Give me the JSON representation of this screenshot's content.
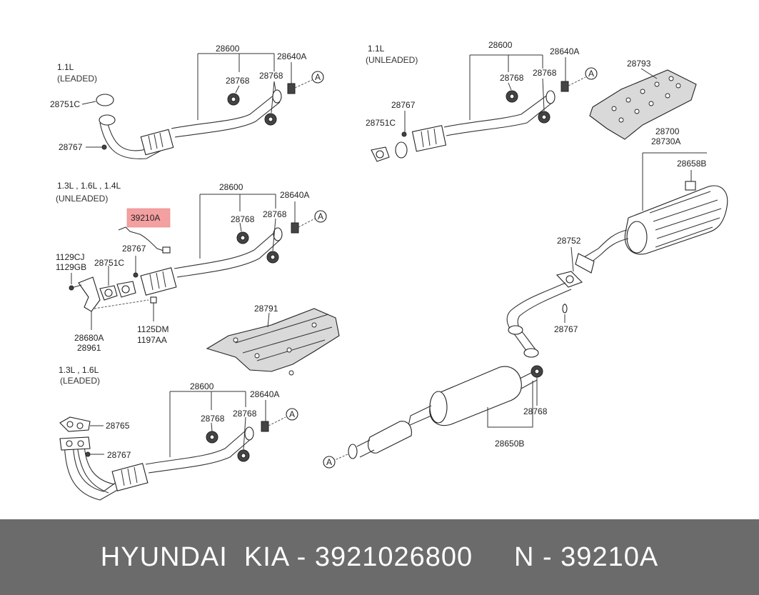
{
  "sections": {
    "s1": {
      "engine": "1.1L",
      "fuel": "(LEADED)"
    },
    "s2": {
      "engine": "1.1L",
      "fuel": "(UNLEADED)"
    },
    "s3": {
      "engine": "1.3L , 1.6L , 1.4L",
      "fuel": "(UNLEADED)"
    },
    "s4": {
      "engine": "1.3L , 1.6L",
      "fuel": "(LEADED)"
    }
  },
  "parts": {
    "p28600": "28600",
    "p28768": "28768",
    "p28640A": "28640A",
    "p28751C": "28751C",
    "p28767": "28767",
    "p28793": "28793",
    "p28700": "28700",
    "p28730A": "28730A",
    "p28658B": "28658B",
    "p39210A": "39210A",
    "p1129CJ": "1129CJ",
    "p1129GB": "1129GB",
    "p28680A": "28680A",
    "p28961": "28961",
    "p1125DM": "1125DM",
    "p1197AA": "1197AA",
    "p28791": "28791",
    "p28752": "28752",
    "p28650B": "28650B",
    "p28765": "28765",
    "refA": "A"
  },
  "highlight_color": "#f4a0a0",
  "footer": {
    "text": "HYUNDAI  KIA - 3921026800     N - 39210A"
  }
}
